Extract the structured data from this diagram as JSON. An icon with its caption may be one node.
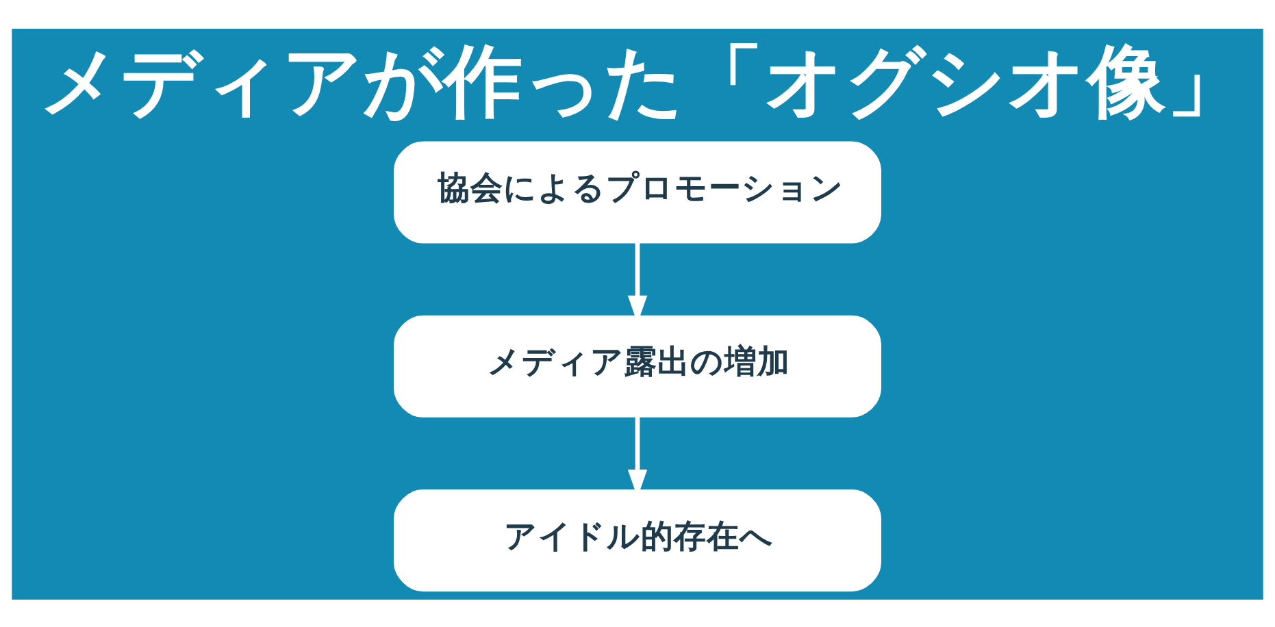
{
  "diagram": {
    "title": "メディアが作った「オグシオ像」",
    "nodes": [
      {
        "text": [
          "協会によるプロモーション"
        ]
      },
      {
        "text": [
          "メディア露出の増加"
        ]
      },
      {
        "text": [
          "アイドル的存在へ"
        ]
      }
    ],
    "edges": [
      {
        "from": 0,
        "to": 1,
        "arrow": "to"
      },
      {
        "from": 1,
        "to": 2,
        "arrow": "to"
      }
    ]
  }
}
